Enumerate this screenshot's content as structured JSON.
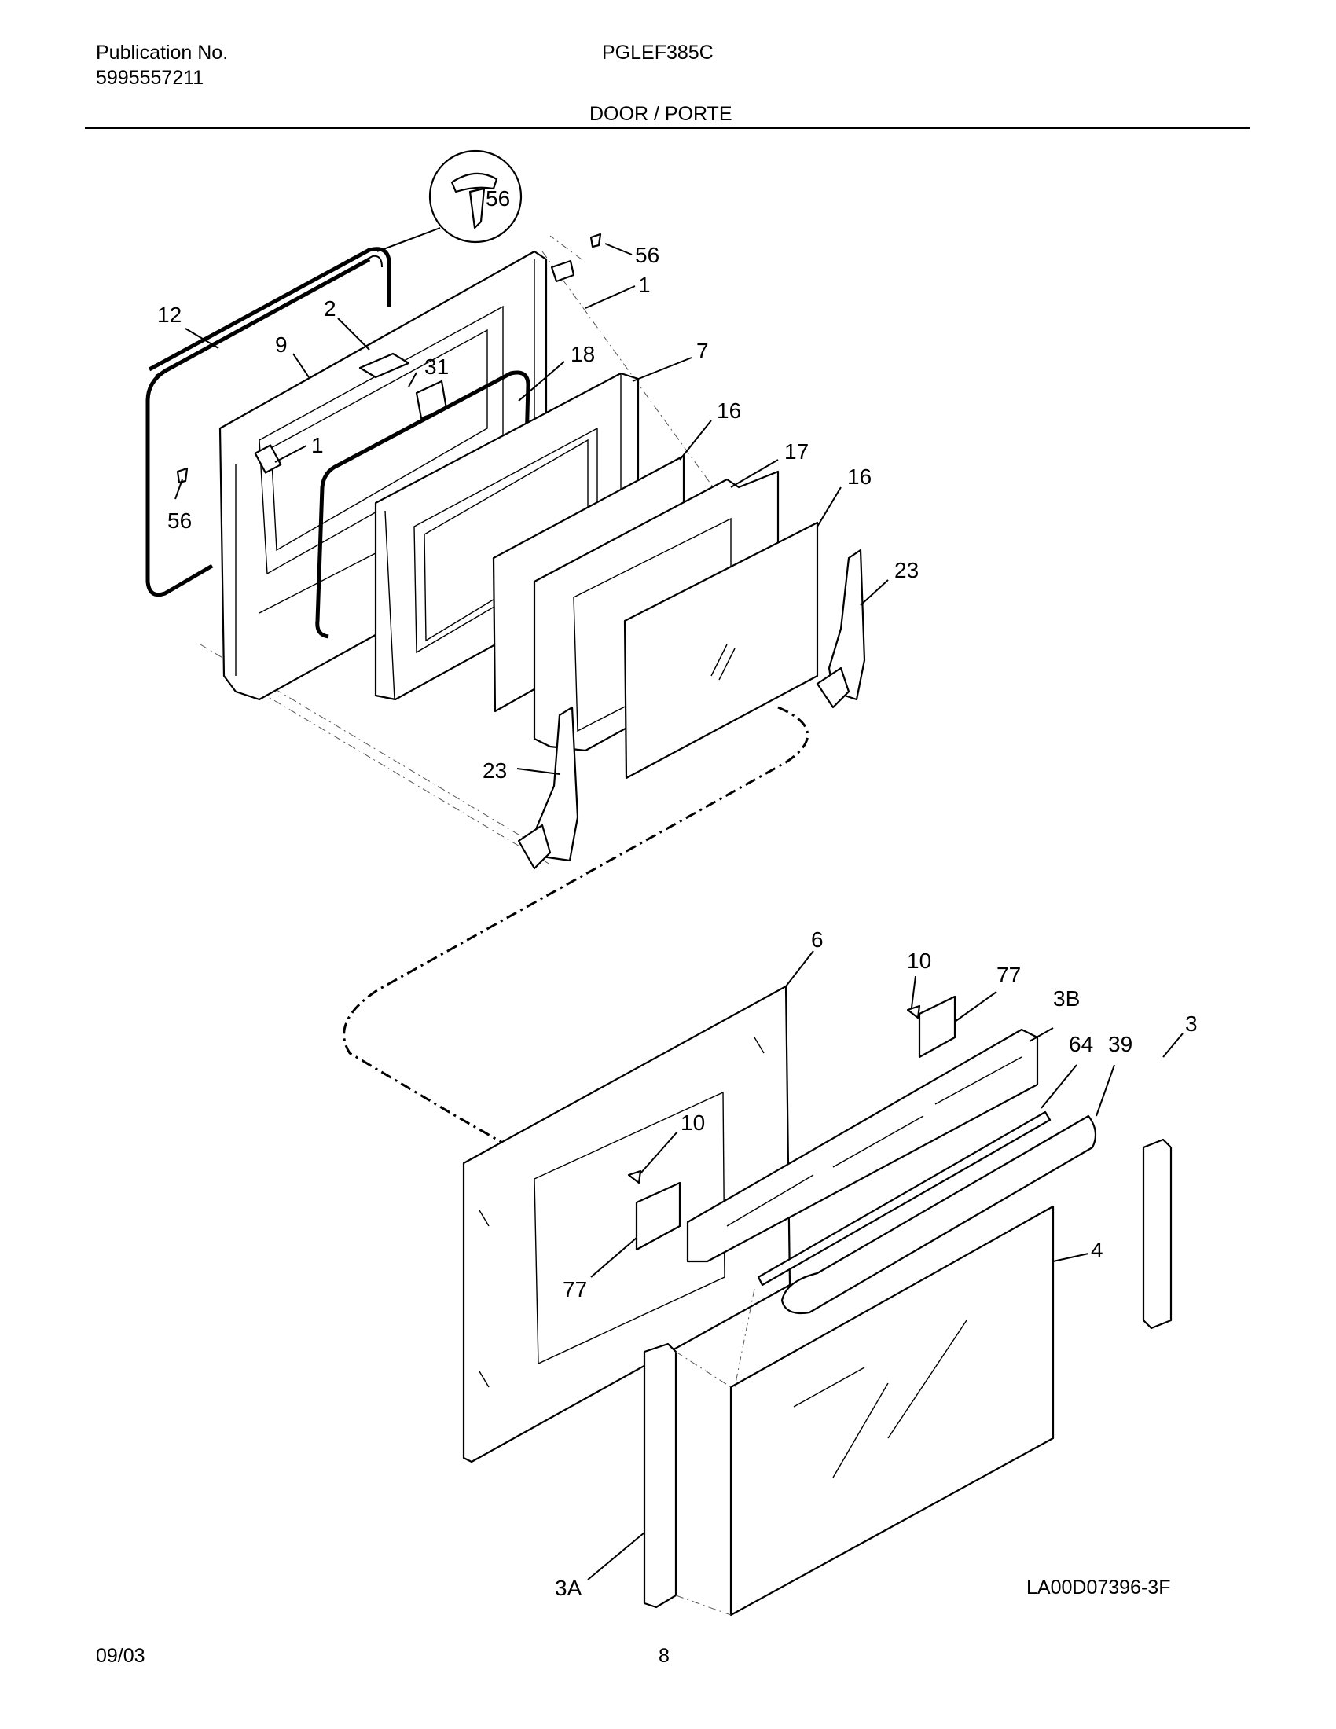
{
  "header": {
    "publication_label": "Publication No.",
    "publication_number": "5995557211",
    "model": "PGLEF385C",
    "section_title": "DOOR / PORTE"
  },
  "footer": {
    "date": "09/03",
    "page_number": "8",
    "drawing_code": "LA00D07396-3F"
  },
  "callouts": {
    "c56_detail": "56",
    "c56_top": "56",
    "c1_top": "1",
    "c12": "12",
    "c2": "2",
    "c9": "9",
    "c31": "31",
    "c18": "18",
    "c7": "7",
    "c1_mid": "1",
    "c16_a": "16",
    "c17": "17",
    "c16_b": "16",
    "c56_left": "56",
    "c23_right": "23",
    "c23_left": "23",
    "c6": "6",
    "c10_top": "10",
    "c77_top": "77",
    "c3B": "3B",
    "c3": "3",
    "c64": "64",
    "c39": "39",
    "c10_mid": "10",
    "c4": "4",
    "c77_bottom": "77",
    "c3A": "3A"
  }
}
